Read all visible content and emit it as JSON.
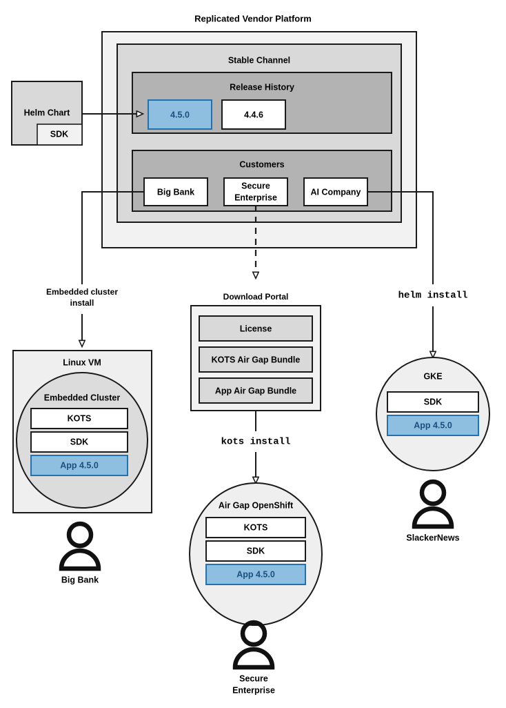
{
  "diagram": {
    "title": "Replicated Vendor Platform",
    "platform": {
      "channel_label": "Stable Channel",
      "release_history": {
        "label": "Release History",
        "releases": [
          {
            "version": "4.5.0",
            "highlighted": true
          },
          {
            "version": "4.4.6",
            "highlighted": false
          }
        ]
      },
      "customers": {
        "label": "Customers",
        "items": [
          {
            "name": "Big Bank"
          },
          {
            "name": "Secure\nEnterprise",
            "line1": "Secure",
            "line2": "Enterprise"
          },
          {
            "name": "AI Company"
          }
        ]
      }
    },
    "source": {
      "label": "Helm Chart",
      "sdk_label": "SDK"
    },
    "flows": [
      {
        "id": "embedded",
        "label_line1": "Embedded cluster",
        "label_line2": "install",
        "style": "solid"
      },
      {
        "id": "download",
        "label": "kots install",
        "style": "mono"
      },
      {
        "id": "helm",
        "label": "helm install",
        "style": "mono"
      }
    ],
    "download_portal": {
      "label": "Download Portal",
      "artifacts": [
        "License",
        "KOTS Air Gap Bundle",
        "App Air Gap Bundle"
      ]
    },
    "targets": [
      {
        "id": "linux-vm",
        "label": "Linux VM",
        "inner_label": "Embedded Cluster",
        "components": [
          {
            "label": "KOTS",
            "highlighted": false
          },
          {
            "label": "SDK",
            "highlighted": false
          },
          {
            "label": "App 4.5.0",
            "highlighted": true
          }
        ],
        "user": "Big Bank"
      },
      {
        "id": "air-gap-openshift",
        "label": "Air Gap OpenShift",
        "components": [
          {
            "label": "KOTS",
            "highlighted": false
          },
          {
            "label": "SDK",
            "highlighted": false
          },
          {
            "label": "App 4.5.0",
            "highlighted": true
          }
        ],
        "user_line1": "Secure",
        "user_line2": "Enterprise"
      },
      {
        "id": "gke",
        "label": "GKE",
        "components": [
          {
            "label": "SDK",
            "highlighted": false
          },
          {
            "label": "App 4.5.0",
            "highlighted": true
          }
        ],
        "user": "SlackerNews"
      }
    ],
    "colors": {
      "accent_fill": "#8fbfe0",
      "accent_stroke": "#2272b0",
      "accent_text": "#1b4f7e",
      "level0": "#f2f2f2",
      "level1": "#d9d9d9",
      "level2": "#b3b3b3",
      "vm_fill": "#efefef",
      "cluster_fill": "#dcdcdc",
      "stroke": "#1a1a1a"
    }
  }
}
